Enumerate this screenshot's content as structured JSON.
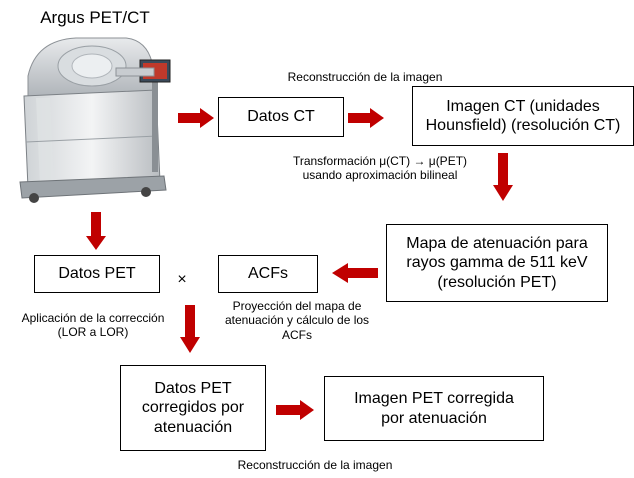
{
  "diagram": {
    "device_title": "Argus PET/CT",
    "recon_top": "Reconstrucción de la imagen",
    "box_datos_ct": "Datos CT",
    "box_imagen_ct": "Imagen CT (unidades\nHounsfield) (resolución CT)",
    "transform_text": "Transformación μ(CT) → μ(PET)\nusando aproximación bilineal",
    "box_mapa": "Mapa de atenuación para\nrayos gamma de 511 keV\n(resolución PET)",
    "box_acfs": "ACFs",
    "box_datos_pet": "Datos PET",
    "multiply_symbol": "×",
    "proyeccion_text": "Proyección del mapa de\natenuación y cálculo de los\nACFs",
    "aplicacion_text": "Aplicación de la corrección\n(LOR a LOR)",
    "box_datos_pet_corr": "Datos PET\ncorregidos por\natenuación",
    "box_imagen_pet": "Imagen PET corregida\npor atenuación",
    "recon_bottom": "Reconstrucción de la imagen",
    "arrow_color": "#c00000"
  }
}
